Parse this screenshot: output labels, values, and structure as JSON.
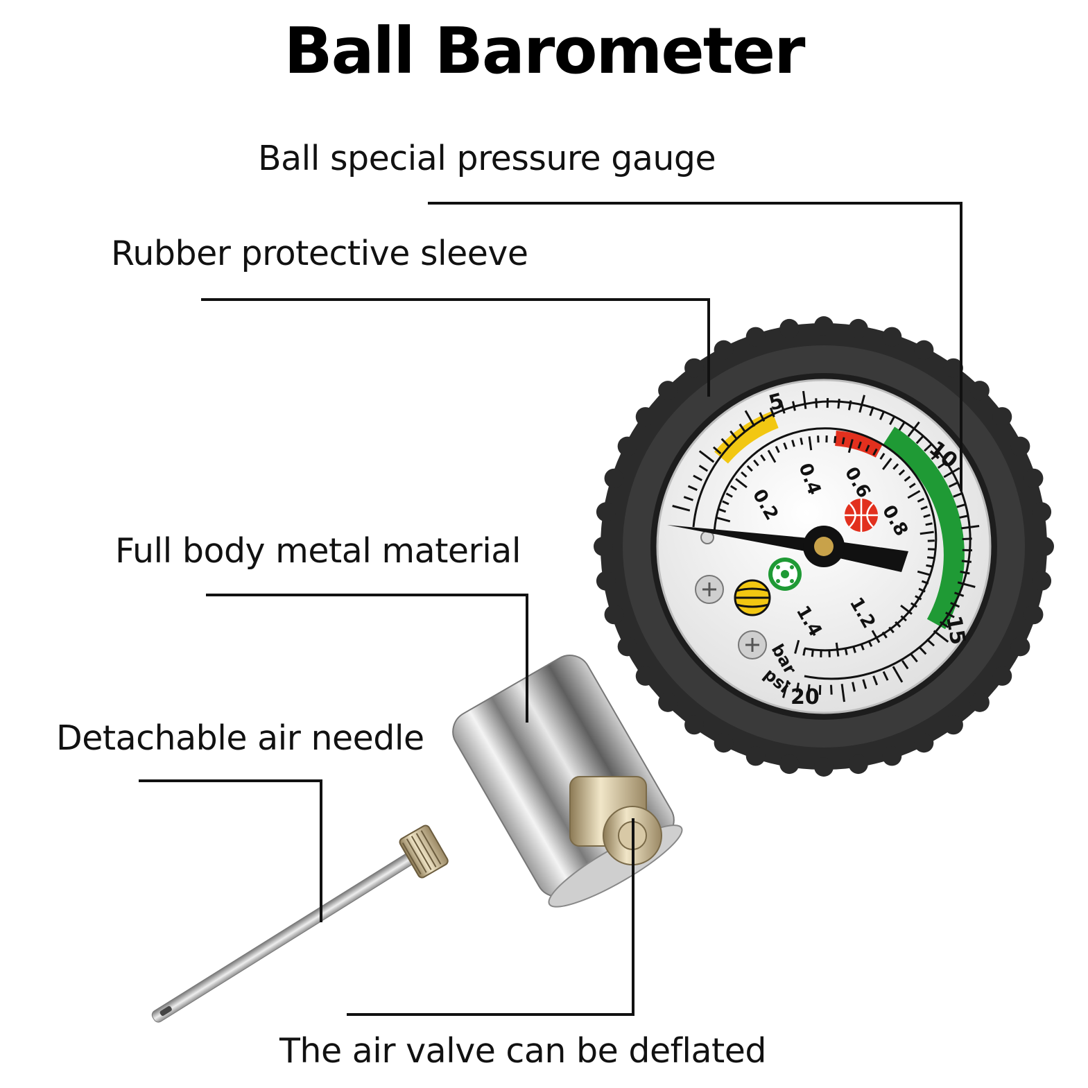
{
  "title": "Ball Barometer",
  "labels": {
    "gauge": "Ball special pressure gauge",
    "sleeve": "Rubber protective sleeve",
    "metal": "Full body metal material",
    "needle": "Detachable air needle",
    "valve": "The air valve can be deflated"
  },
  "gauge_scale": {
    "psi_labels": [
      "5",
      "10",
      "15",
      "20"
    ],
    "bar_labels": [
      "0.2",
      "0.4",
      "0.6",
      "0.8",
      "1.2",
      "1.4"
    ],
    "unit_bar": "bar",
    "unit_psi": "psi"
  },
  "colors": {
    "rubber": "#2b2b2b",
    "zone_yellow": "#f2c712",
    "zone_red": "#e2301e",
    "zone_green": "#1f9a35",
    "leader_line": "#111111"
  }
}
